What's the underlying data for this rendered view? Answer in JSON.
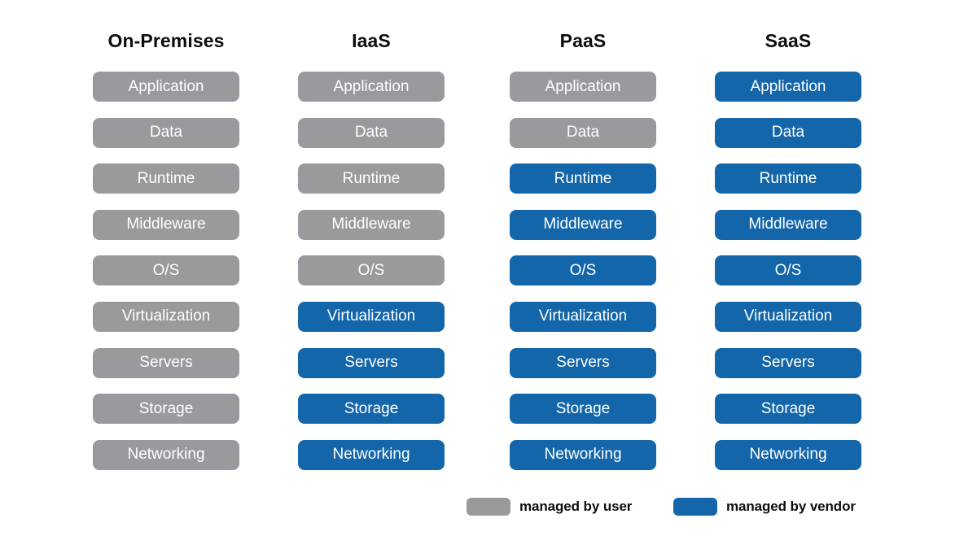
{
  "diagram": {
    "layer_names": [
      "Application",
      "Data",
      "Runtime",
      "Middleware",
      "O/S",
      "Virtualization",
      "Servers",
      "Storage",
      "Networking"
    ],
    "columns": [
      {
        "id": "on-premises",
        "label": "On-Premises",
        "managed_by": [
          "user",
          "user",
          "user",
          "user",
          "user",
          "user",
          "user",
          "user",
          "user"
        ]
      },
      {
        "id": "iaas",
        "label": "IaaS",
        "managed_by": [
          "user",
          "user",
          "user",
          "user",
          "user",
          "vendor",
          "vendor",
          "vendor",
          "vendor"
        ]
      },
      {
        "id": "paas",
        "label": "PaaS",
        "managed_by": [
          "user",
          "user",
          "vendor",
          "vendor",
          "vendor",
          "vendor",
          "vendor",
          "vendor",
          "vendor"
        ]
      },
      {
        "id": "saas",
        "label": "SaaS",
        "managed_by": [
          "vendor",
          "vendor",
          "vendor",
          "vendor",
          "vendor",
          "vendor",
          "vendor",
          "vendor",
          "vendor"
        ]
      }
    ],
    "legend": [
      {
        "key": "user",
        "label": "managed by user"
      },
      {
        "key": "vendor",
        "label": "managed by vendor"
      }
    ],
    "colors": {
      "user": "#9a9a9e",
      "vendor": "#1366a9",
      "box_text": "#ffffff",
      "heading_text": "#0d0d0f",
      "background": "#ffffff"
    }
  }
}
